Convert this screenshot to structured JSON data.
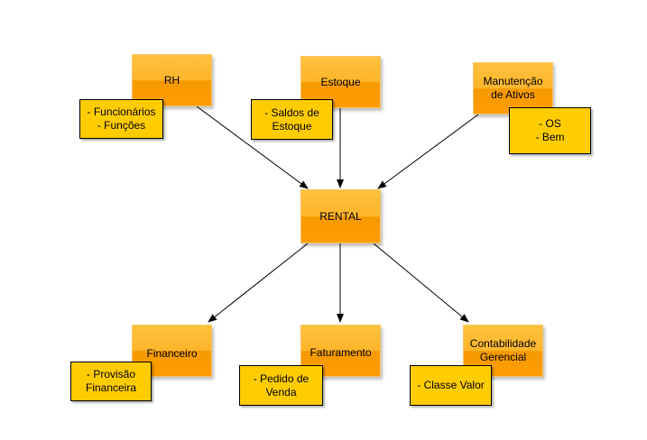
{
  "diagram": {
    "center": {
      "label": "RENTAL"
    },
    "modules": {
      "rh": {
        "label": "RH",
        "notes": "- Funcionários\n- Funções"
      },
      "estoque": {
        "label": "Estoque",
        "notes": "- Saldos de\nEstoque"
      },
      "manutencao": {
        "label": "Manutenção\nde Ativos",
        "notes": "- OS\n- Bem"
      },
      "financeiro": {
        "label": "Financeiro",
        "notes": "- Provisão\nFinanceira"
      },
      "faturamento": {
        "label": "Faturamento",
        "notes": "- Pedido de\nVenda"
      },
      "contabilidade": {
        "label": "Contabilidade\nGerencial",
        "notes": "- Classe Valor"
      }
    },
    "colors": {
      "module_fill_top": "#ffc23e",
      "module_fill_bottom": "#ff9d00",
      "note_fill": "#ffcc00",
      "connector": "#000000"
    }
  }
}
